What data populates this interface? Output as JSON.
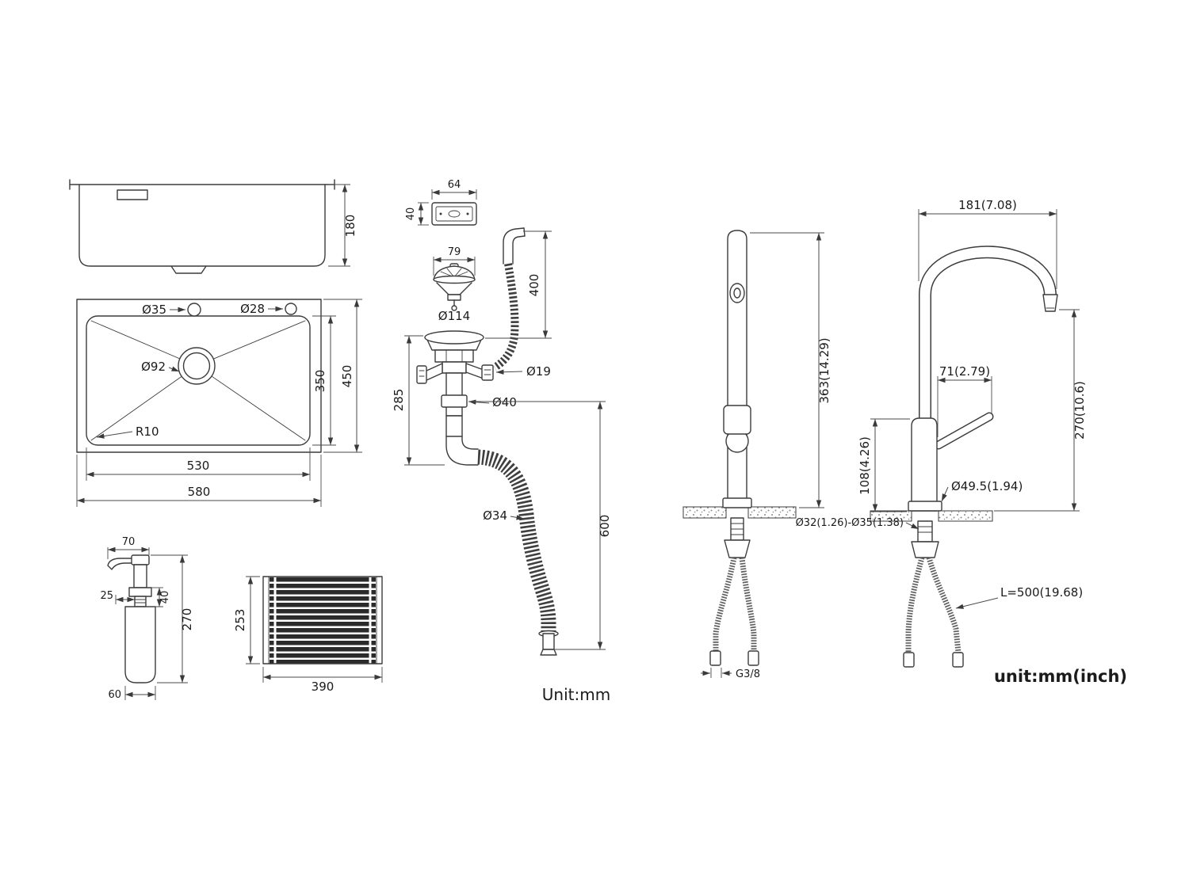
{
  "colors": {
    "object_line": "#3c3c3c",
    "dimension_line": "#4a4a4a",
    "text": "#1b1b1b",
    "background": "#ffffff"
  },
  "notes": {
    "left_units": "Unit:mm",
    "right_units": "unit:mm(inch)"
  },
  "sink_side": {
    "bowl_depth": "180"
  },
  "sink_top": {
    "hole_left": "Ø35",
    "hole_right": "Ø28",
    "drain_hole": "Ø92",
    "corner_radius": "R10",
    "inner_width": "530",
    "outer_width": "580",
    "inner_depth": "350",
    "outer_depth": "450"
  },
  "soap_dispenser": {
    "spout_reach": "70",
    "neck_width": "25",
    "head_height": "40",
    "total_height": "270",
    "bottle_width": "60"
  },
  "roll_rack": {
    "depth": "253",
    "width": "390"
  },
  "drain_kit": {
    "overflow_width": "64",
    "overflow_height": "40",
    "strainer_dia": "79",
    "flange_dia": "Ø114",
    "trap_height": "285",
    "overflow_hose_drop": "400",
    "overflow_fitting_dia": "Ø19",
    "tailpipe_dia": "Ø40",
    "hose_dia": "Ø34",
    "hose_drop": "600"
  },
  "faucet_side": {
    "total_height": "363(14.29)",
    "thread": "G3/8"
  },
  "faucet_front": {
    "spout_reach": "181(7.08)",
    "spout_offset": "71(2.79)",
    "spout_height": "270(10.6)",
    "body_height": "108(4.26)",
    "base_dia": "Ø49.5(1.94)",
    "hole_range": "Ø32(1.26)-Ø35(1.38)",
    "hose_length": "L=500(19.68)"
  }
}
